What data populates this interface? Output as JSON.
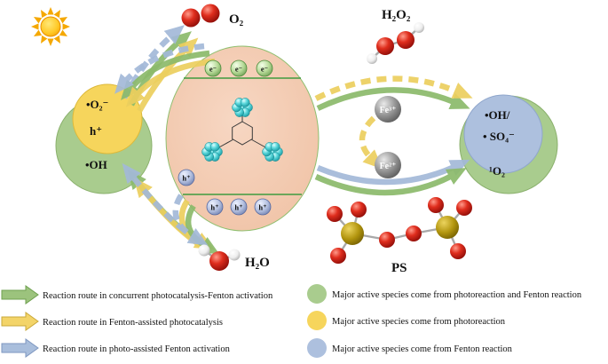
{
  "figure": {
    "labels": {
      "o2": "O₂",
      "h2o2": "H₂O₂",
      "h2o": "H₂O",
      "ps": "PS",
      "electron": "e⁻",
      "hole": "h⁺",
      "fe3": "Fe³⁺",
      "fe2": "Fe²⁺"
    },
    "left_species": {
      "line1": "•O₂⁻",
      "line2": "h⁺",
      "line3": "•OH"
    },
    "right_species": {
      "line1": "•OH/",
      "line2": "• SO₄⁻",
      "line3": "¹O₂"
    }
  },
  "legend": {
    "routes": [
      {
        "color": "#9cc37d",
        "label": "Reaction route in concurrent photocatalysis-Fenton activation"
      },
      {
        "color": "#f3d469",
        "label": "Reaction route in Fenton-assisted photocatalysis"
      },
      {
        "color": "#a9bedc",
        "label": "Reaction route in photo-assisted Fenton activation"
      }
    ],
    "species": [
      {
        "color": "#a9cc8e",
        "label": "Major active species come from photoreaction and Fenton reaction"
      },
      {
        "color": "#f6d55c",
        "label": "Major active species come from photoreaction"
      },
      {
        "color": "#adc0de",
        "label": "Major active species come from Fenton reaction"
      }
    ]
  },
  "colors": {
    "route_green": "#8cba6b",
    "route_yellow": "#eccf5e",
    "route_blue": "#a3b9d8",
    "species_green": "#a9cc8e",
    "species_yellow": "#f6d55c",
    "species_blue": "#adc0de",
    "catalyst_body": "#f2c6aa"
  }
}
